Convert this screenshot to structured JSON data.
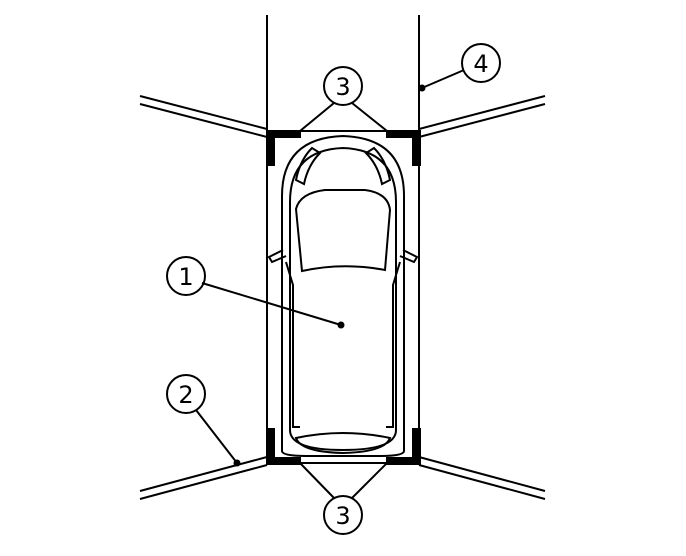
{
  "callouts": [
    {
      "id": "1",
      "label": "1"
    },
    {
      "id": "2",
      "label": "2"
    },
    {
      "id": "3a",
      "label": "3"
    },
    {
      "id": "3b",
      "label": "3"
    },
    {
      "id": "4",
      "label": "4"
    }
  ],
  "colors": {
    "line": "#000000",
    "background": "#ffffff"
  }
}
